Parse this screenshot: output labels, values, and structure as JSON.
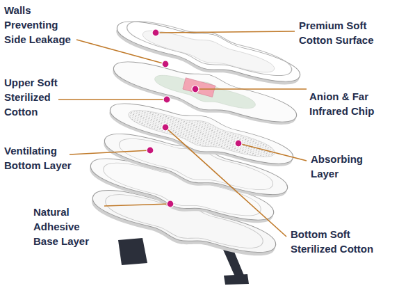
{
  "diagram": {
    "labels": [
      "Walls Preventing Side Leakage",
      "Premium Soft Cotton Surface",
      "Upper Soft Sterilized Cotton",
      "Anion & Far Infrared Chip",
      "Ventilating Bottom Layer",
      "Absorbing Layer",
      "Natural Adhesive Base Layer",
      "Bottom Soft Sterilized Cotton"
    ]
  }
}
